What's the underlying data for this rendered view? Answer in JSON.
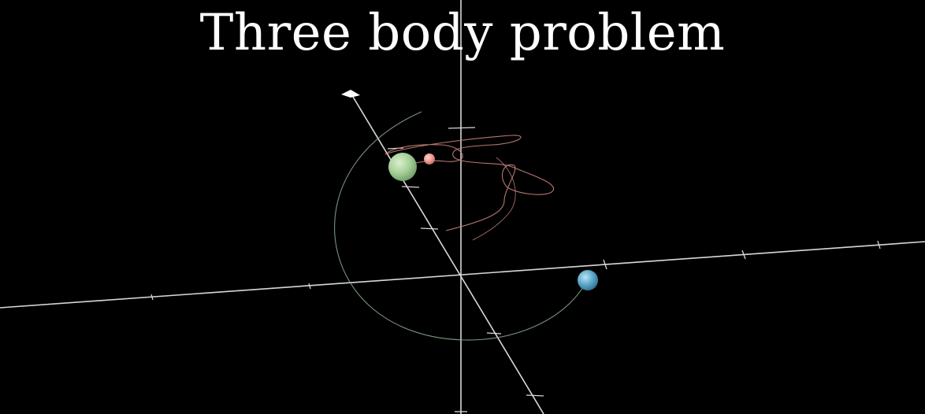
{
  "title": "Three body problem",
  "colors": {
    "background": "#000000",
    "title": "#ffffff",
    "axis": "#d8d8d8",
    "trail_green": "#8fae92",
    "trail_red": "#c9857c",
    "body_green": "#a6cf98",
    "body_red": "#ef9a8f",
    "body_blue": "#5aa6c8"
  },
  "bodies": [
    {
      "name": "green-body",
      "color_key": "body_green"
    },
    {
      "name": "red-body",
      "color_key": "body_red"
    },
    {
      "name": "blue-body",
      "color_key": "body_blue"
    }
  ]
}
